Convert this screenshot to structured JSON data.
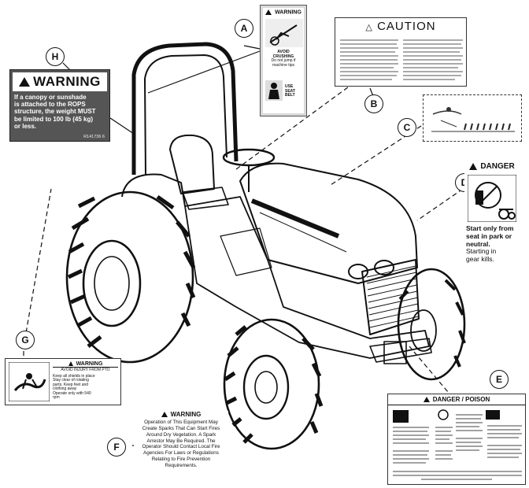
{
  "callouts": {
    "a": "A",
    "b": "B",
    "c": "C",
    "d": "D",
    "e": "E",
    "f": "F",
    "g": "G",
    "h": "H"
  },
  "decal_a": {
    "title": "WARNING",
    "line1": "AVOID",
    "line2": "CRUSHING",
    "line3": "Do not jump if",
    "line4": "machine tips",
    "use1": "USE",
    "use2": "SEAT",
    "use3": "BELT"
  },
  "decal_b": {
    "title": "CAUTION"
  },
  "decal_d": {
    "title": "DANGER",
    "line1": "Start only from",
    "line2": "seat in park or",
    "line3": "neutral.",
    "line4": "Starting in",
    "line5": "gear kills."
  },
  "decal_e": {
    "title": "DANGER / POISON"
  },
  "decal_f": {
    "title": "WARNING",
    "line1": "Operation of This Equipment May",
    "line2": "Create Sparks That Can Start Fires",
    "line3": "Around Dry Vegetation. A Spark",
    "line4": "Arrestor May Be Required. The",
    "line5": "Operator Should Contact Local Fire",
    "line6": "Agencies For Laws or Regulations",
    "line7": "Relating to Fire Prevention",
    "line8": "Requirements."
  },
  "decal_g": {
    "title": "WARNING",
    "subtitle": "AVOID INJURY FROM PTO",
    "line1": "Keep all shields in place",
    "line2": "Stay clear of rotating",
    "line3": "parts. Keep feet and",
    "line4": "clothing away",
    "line5": "Operate only with 540",
    "line6": "rpm"
  },
  "decal_h": {
    "title": "WARNING",
    "line1": "If a canopy or sunshade",
    "line2": "is attached to the ROPS",
    "line3": "structure, the weight MUST",
    "line4": "be limited to 100 lb (45 kg)",
    "line5": "or less.",
    "part": "R141736  6"
  }
}
